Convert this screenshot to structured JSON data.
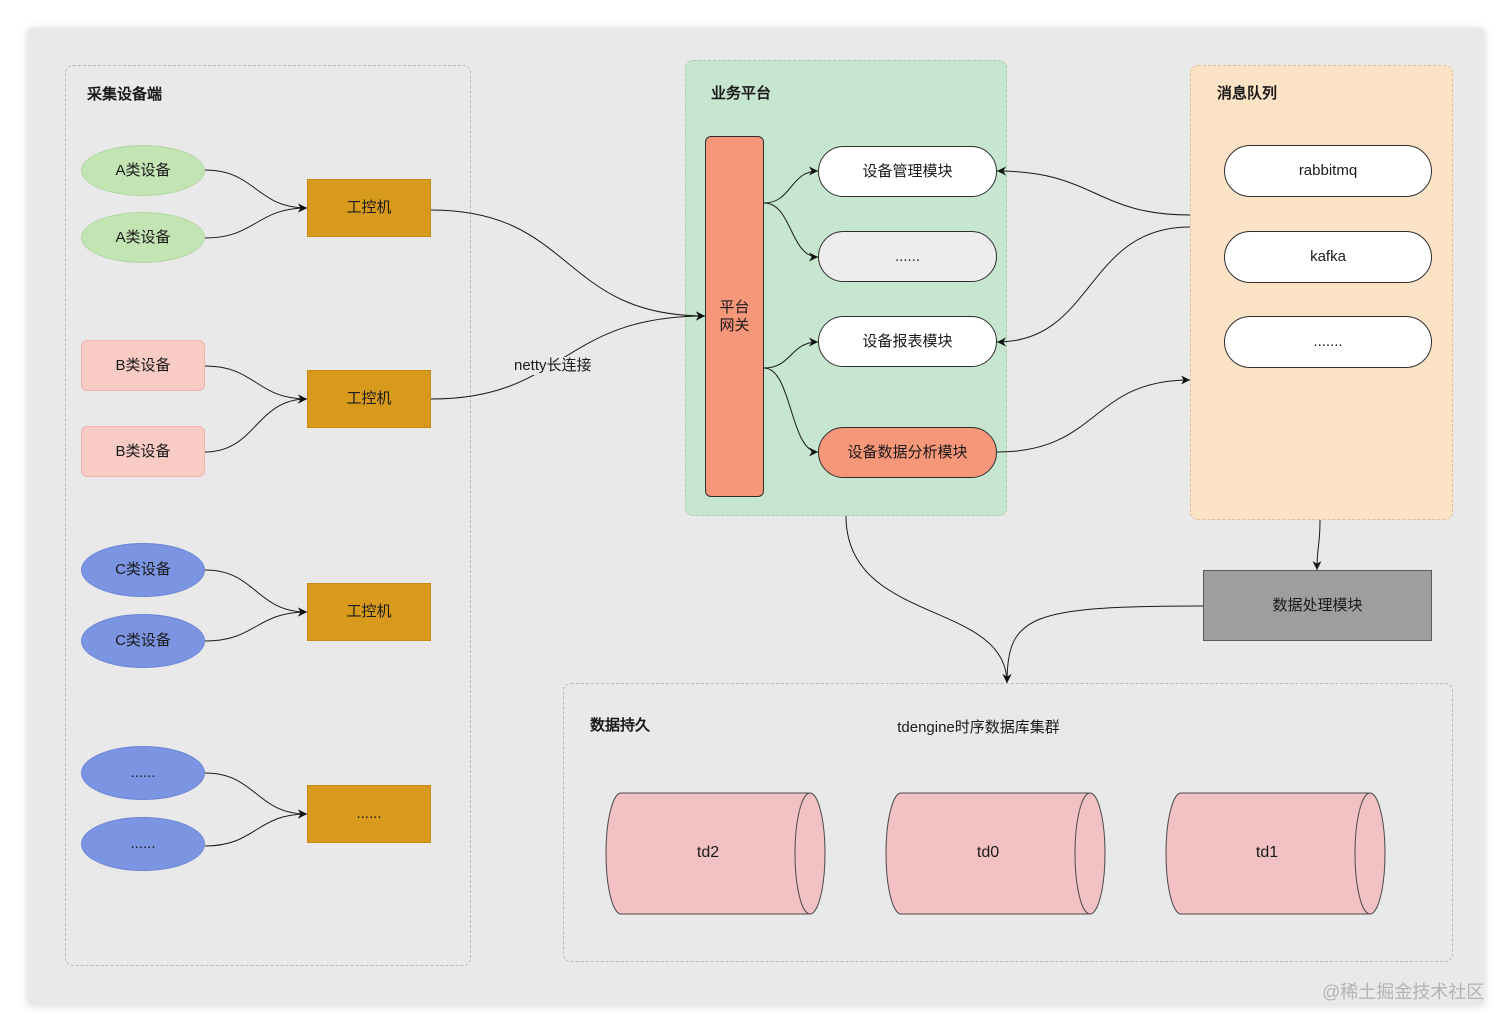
{
  "groups": {
    "collection": {
      "label": "采集设备端"
    },
    "business": {
      "label": "业务平台"
    },
    "mq": {
      "label": "消息队列"
    },
    "persistence": {
      "label": "数据持久",
      "cluster_label": "tdengine时序数据库集群"
    }
  },
  "devices": {
    "a": [
      "A类设备",
      "A类设备"
    ],
    "b": [
      "B类设备",
      "B类设备"
    ],
    "c": [
      "C类设备",
      "C类设备"
    ],
    "other": [
      "......",
      "......"
    ]
  },
  "ipcs": [
    "工控机",
    "工控机",
    "工控机",
    "......"
  ],
  "gateway": {
    "line1": "平台",
    "line2": "网关"
  },
  "modules": [
    "设备管理模块",
    "......",
    "设备报表模块",
    "设备数据分析模块"
  ],
  "queues": [
    "rabbitmq",
    "kafka",
    "......."
  ],
  "processing": {
    "label": "数据处理模块"
  },
  "databases": [
    "td2",
    "td0",
    "td1"
  ],
  "edge_labels": {
    "netty": "netty长连接"
  },
  "watermark": "@稀土掘金技术社区",
  "colors": {
    "panel": "#e9e9e9",
    "business_group": "#c7e6d0",
    "mq_group": "#fde3c5",
    "device_a": "#c3e4b3",
    "device_b": "#f8cbc5",
    "device_c": "#7c95e3",
    "ipc": "#d89a1d",
    "gateway": "#f7977a",
    "module_highlight": "#f7977a",
    "processing": "#9e9e9e",
    "database": "#f2c1c4"
  }
}
